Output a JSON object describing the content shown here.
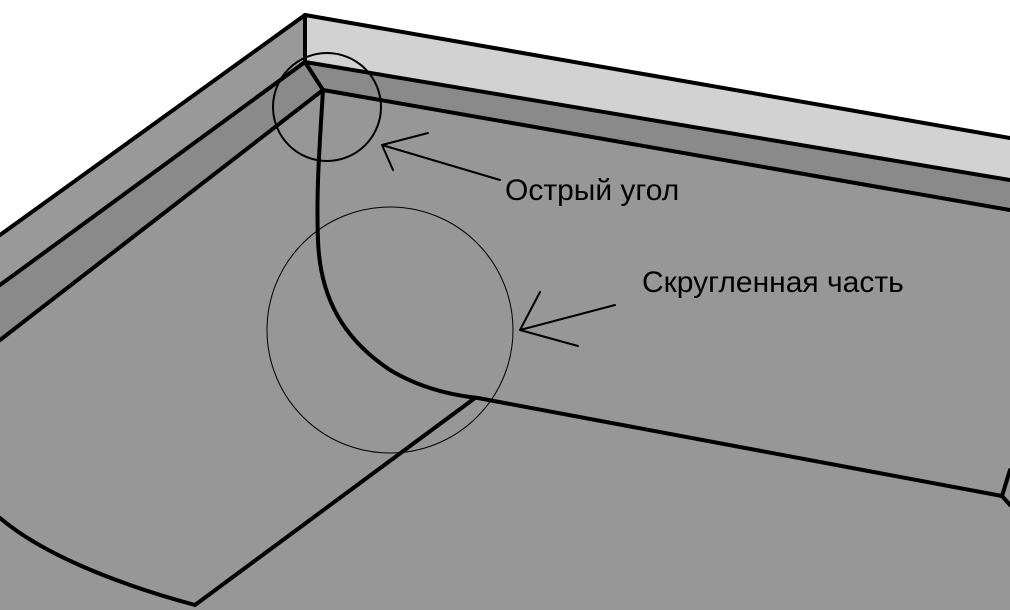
{
  "colors": {
    "background": "#ffffff",
    "wall_top": "#d2d2d2",
    "wall_band": "#8a8a8a",
    "wall_face": "#999999",
    "floor": "#979797",
    "outline": "#000000"
  },
  "annotations": [
    {
      "id": "sharp-corner",
      "text": "Острый угол"
    },
    {
      "id": "rounded-part",
      "text": "Скругленная часть"
    }
  ]
}
